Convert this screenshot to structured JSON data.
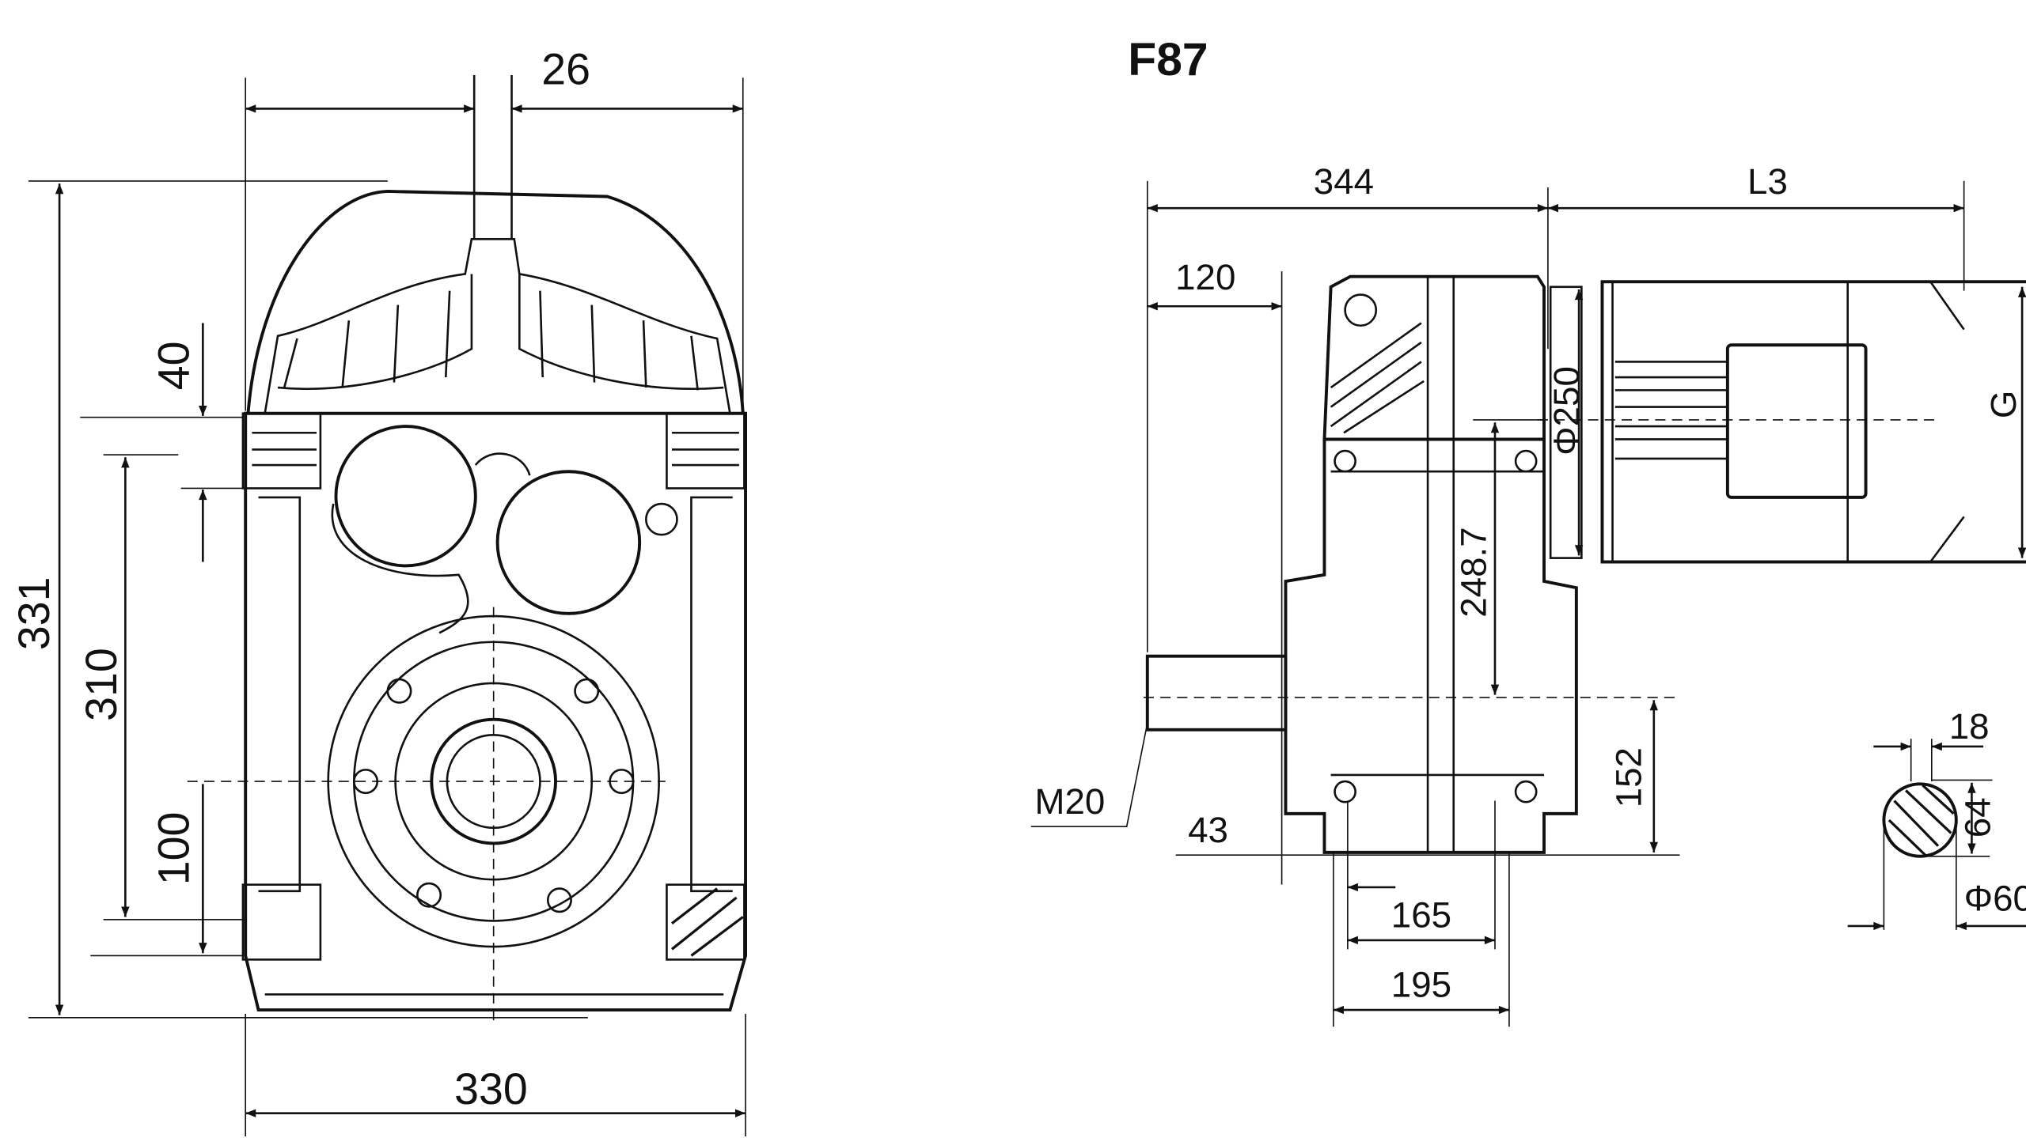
{
  "title": "F87",
  "front_view": {
    "dims": {
      "top_offset": "26",
      "height_total": "331",
      "height_flange": "310",
      "foot_top": "40",
      "foot_bottom": "100",
      "width": "330"
    }
  },
  "side_view": {
    "dims": {
      "body_length": "344",
      "motor_length": "L3",
      "shaft_offset": "120",
      "flange_dia": "Φ250",
      "height_center": "248.7",
      "motor_dia": "G",
      "thread": "M20",
      "shaft_end": "43",
      "shaft_height": "152",
      "foot_inner": "165",
      "foot_outer": "195"
    }
  },
  "shaft_section": {
    "dims": {
      "key_width": "18",
      "key_height": "64",
      "shaft_dia": "Φ60"
    }
  }
}
